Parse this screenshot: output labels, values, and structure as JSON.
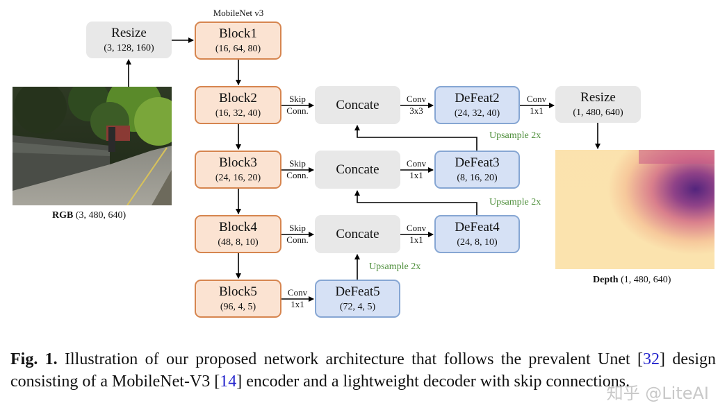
{
  "title": "MobileNet v3",
  "rgb": {
    "label_bold": "RGB",
    "label_dims": "(3, 480, 640)"
  },
  "depth": {
    "label_bold": "Depth",
    "label_dims": "(1, 480, 640)"
  },
  "resize_in": {
    "name": "Resize",
    "dims": "(3, 128, 160)"
  },
  "resize_out": {
    "name": "Resize",
    "dims": "(1, 480, 640)"
  },
  "encoder": [
    {
      "name": "Block1",
      "dims": "(16, 64, 80)"
    },
    {
      "name": "Block2",
      "dims": "(16, 32, 40)"
    },
    {
      "name": "Block3",
      "dims": "(24, 16, 20)"
    },
    {
      "name": "Block4",
      "dims": "(48, 8, 10)"
    },
    {
      "name": "Block5",
      "dims": "(96, 4, 5)"
    }
  ],
  "decoder": [
    {
      "name": "DeFeat2",
      "dims": "(24, 32, 40)"
    },
    {
      "name": "DeFeat3",
      "dims": "(8, 16, 20)"
    },
    {
      "name": "DeFeat4",
      "dims": "(24, 8, 10)"
    },
    {
      "name": "DeFeat5",
      "dims": "(72, 4, 5)"
    }
  ],
  "concat_label": "Concate",
  "skip": {
    "line1": "Skip",
    "line2": "Conn."
  },
  "conv_labels": {
    "c2": {
      "line1": "Conv",
      "line2": "3x3"
    },
    "c3": {
      "line1": "Conv",
      "line2": "1x1"
    },
    "c4": {
      "line1": "Conv",
      "line2": "1x1"
    },
    "c5": {
      "line1": "Conv",
      "line2": "1x1"
    },
    "out": {
      "line1": "Conv",
      "line2": "1x1"
    }
  },
  "upsample_label": "Upsample 2x",
  "colors": {
    "encoder_fill": "#fbe3d2",
    "encoder_border": "#d6854f",
    "decoder_fill": "#d6e1f5",
    "decoder_border": "#86a6d3",
    "neutral_fill": "#e8e8e8",
    "upsample_text": "#4f8f3c",
    "ref_link": "#2222cc"
  },
  "caption": {
    "label": "Fig. 1.",
    "part1": " Illustration of our proposed network architecture that follows the prevalent Unet [",
    "ref1": "32",
    "part2": "] design consisting of a MobileNet-V3 [",
    "ref2": "14",
    "part3": "] encoder and a lightweight decoder with skip connections."
  },
  "watermark": "知乎 @LiteAI"
}
